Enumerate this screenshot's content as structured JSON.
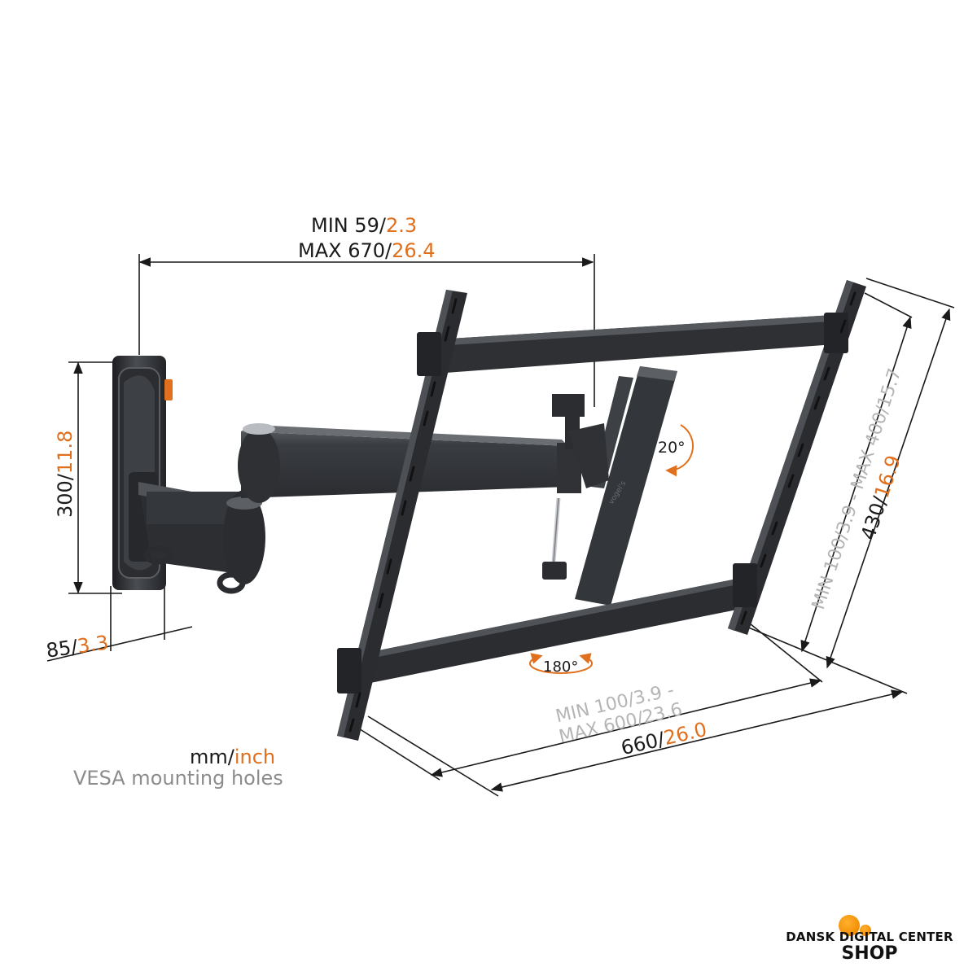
{
  "colors": {
    "accent": "#e0701e",
    "metal": "#35383d",
    "metal_dark": "#1f2124",
    "dimension_line": "#1a1a1a",
    "gray_text": "#8c8c8c",
    "logo_orange": "#f29400"
  },
  "dimensions": {
    "depth_range": {
      "min_label": "MIN 59/",
      "min_value": "2.3",
      "max_label": "MAX 670/",
      "max_value": "26.4"
    },
    "wall_plate_height": {
      "label": "300/",
      "value": "11.8"
    },
    "wall_plate_depth": {
      "label": "85/",
      "value": "3.3"
    },
    "vesa_vertical": {
      "text": "MIN 100/3.9 - MAX 400/15.7"
    },
    "overall_height": {
      "label": "430/",
      "value": "16.9"
    },
    "vesa_horizontal": {
      "line1": "MIN 100/3.9 -",
      "line2": "MAX 600/23.6"
    },
    "overall_width": {
      "label": "660/",
      "value": "26.0"
    }
  },
  "angles": {
    "tilt": "20°",
    "rotate": "180°"
  },
  "legend": {
    "units_label": "mm/",
    "units_value": "inch",
    "caption": "VESA mounting holes"
  },
  "logo": {
    "line1": "DANSK DIGITAL CENTER",
    "line2": "SHOP"
  }
}
